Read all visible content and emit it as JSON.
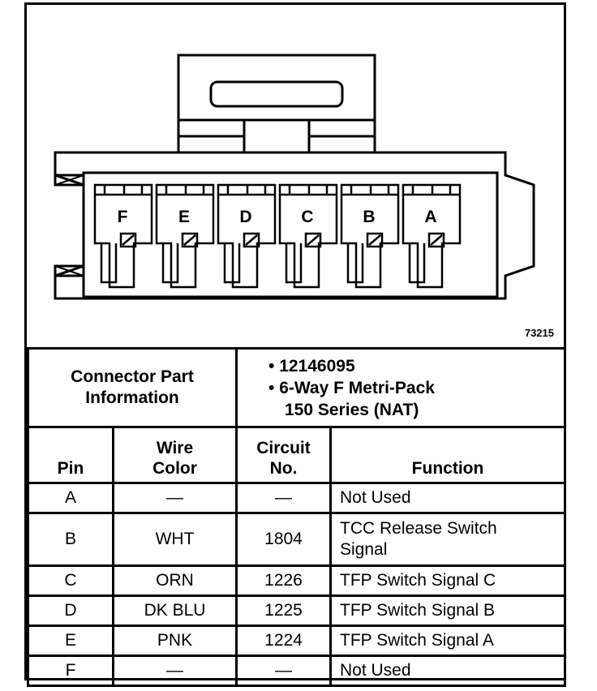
{
  "figure": {
    "id": "73215",
    "pins": [
      "F",
      "E",
      "D",
      "C",
      "B",
      "A"
    ]
  },
  "connector": {
    "label_line1": "Connector Part",
    "label_line2": "Information",
    "info": [
      "12146095",
      "6-Way F Metri-Pack",
      "150 Series (NAT)"
    ]
  },
  "table": {
    "headers": {
      "pin": "Pin",
      "wire_line1": "Wire",
      "wire_line2": "Color",
      "circuit_line1": "Circuit",
      "circuit_line2": "No.",
      "function": "Function"
    },
    "rows": [
      {
        "pin": "A",
        "wire": "—",
        "circuit": "—",
        "function": "Not Used"
      },
      {
        "pin": "B",
        "wire": "WHT",
        "circuit": "1804",
        "function_line1": "TCC Release Switch",
        "function_line2": "Signal"
      },
      {
        "pin": "C",
        "wire": "ORN",
        "circuit": "1226",
        "function": "TFP Switch Signal C"
      },
      {
        "pin": "D",
        "wire": "DK BLU",
        "circuit": "1225",
        "function": "TFP Switch Signal B"
      },
      {
        "pin": "E",
        "wire": "PNK",
        "circuit": "1224",
        "function": "TFP Switch Signal A"
      },
      {
        "pin": "F",
        "wire": "—",
        "circuit": "—",
        "function": "Not Used"
      }
    ]
  }
}
